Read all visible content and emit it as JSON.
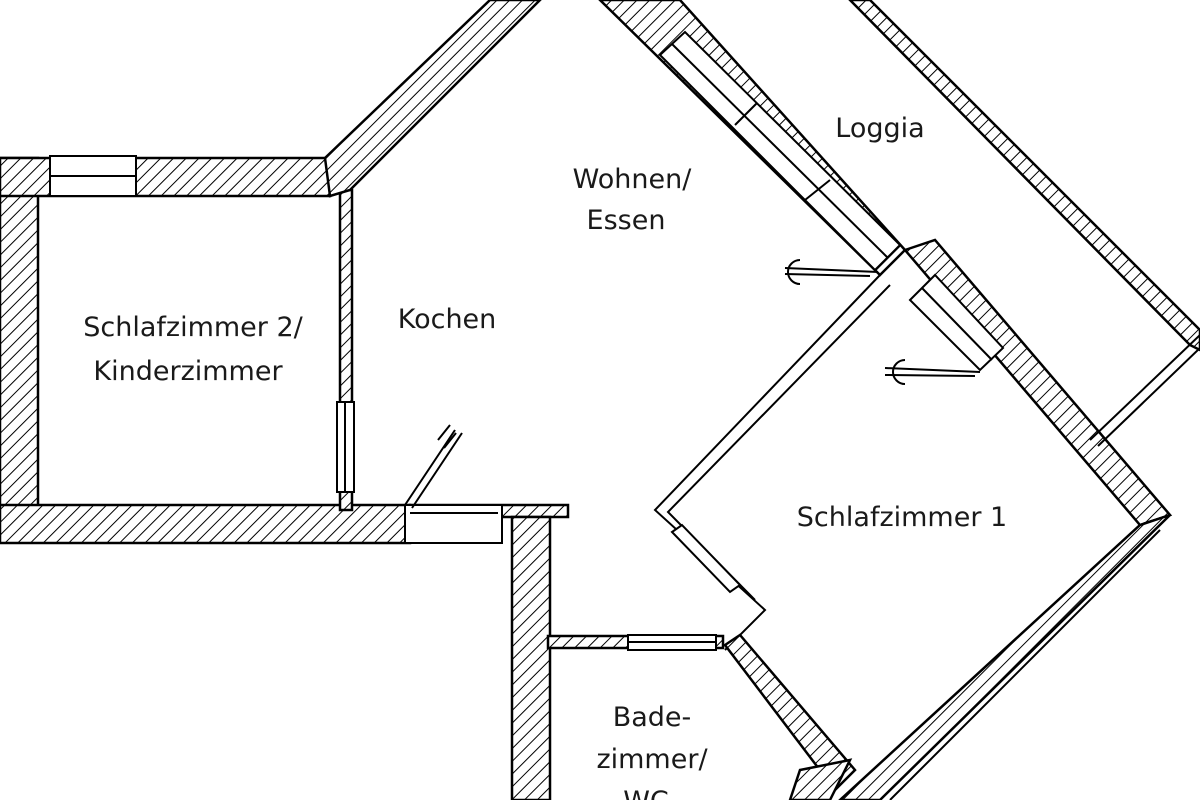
{
  "rooms": {
    "loggia": "Loggia",
    "wohnen_line1": "Wohnen/",
    "wohnen_line2": "Essen",
    "kochen": "Kochen",
    "schlaf2_line1": "Schlafzimmer 2/",
    "schlaf2_line2": "Kinderzimmer",
    "schlaf1": "Schlafzimmer 1",
    "bad_line1": "Bade-",
    "bad_line2": "zimmer/",
    "bad_line3": "WC"
  },
  "colors": {
    "line": "#000000",
    "background": "#ffffff"
  }
}
